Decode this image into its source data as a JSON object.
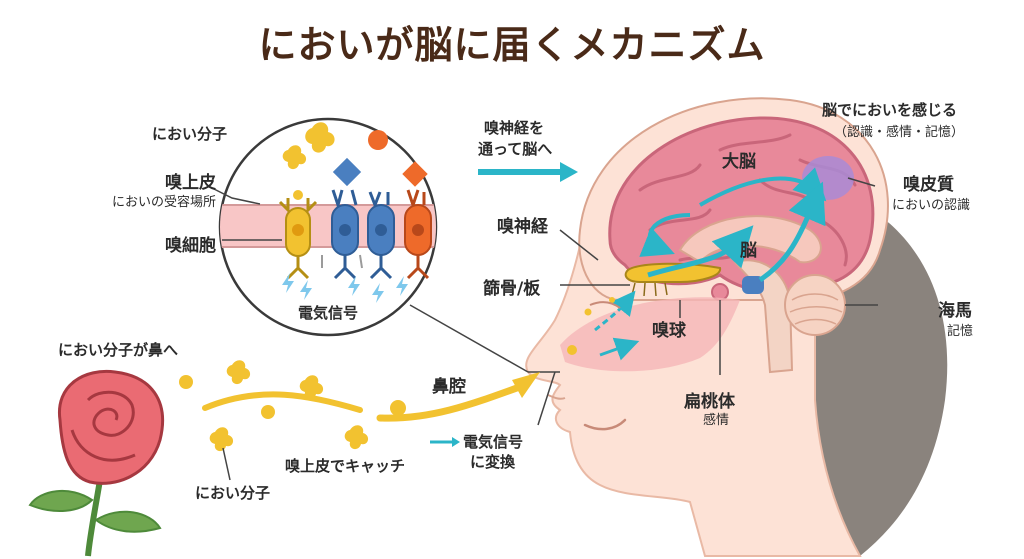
{
  "title": "においが脳に届くメカニズム",
  "labels": {
    "molecule_top": "におい分子",
    "epithelium": "嗅上皮",
    "epithelium_sub": "においの受容場所",
    "olfactory_cell": "嗅細胞",
    "signal": "電気信号",
    "to_nose": "におい分子が鼻へ",
    "molecule_bottom": "におい分子",
    "catch": "嗅上皮でキャッチ",
    "cavity": "鼻腔",
    "convert_1": "電気信号",
    "convert_2": "に変換",
    "nerve_path_1": "嗅神経を",
    "nerve_path_2": "通って脳へ",
    "olfactory_nerve": "嗅神経",
    "ethmoid": "篩骨/板",
    "bulb": "嗅球",
    "amygdala": "扁桃体",
    "amygdala_sub": "感情",
    "cerebrum": "大脳",
    "brain": "脳",
    "perceive_1": "脳でにおいを感じる",
    "perceive_2": "（認識・感情・記憶）",
    "cortex": "嗅皮質",
    "cortex_sub": "においの認識",
    "hippocampus": "海馬",
    "hippocampus_sub": "記憶"
  },
  "colors": {
    "title": "#4a2a18",
    "arrow_teal": "#2bb5c8",
    "arrow_yellow": "#f0c020",
    "brain_pink": "#e8899a",
    "skin": "#fde2d6",
    "hair": "#8a837d",
    "cell_yellow": "#f2c230",
    "cell_blue": "#4a7fc0",
    "cell_orange": "#ee6a2a"
  },
  "icons": [
    "rose-icon",
    "odor-molecule-icon",
    "electric-bolt-icon",
    "receptor-cell-icon"
  ]
}
